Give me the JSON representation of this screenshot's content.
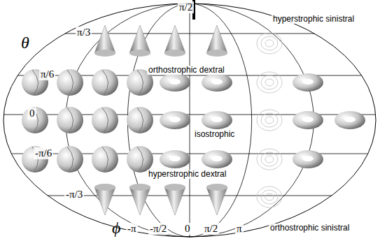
{
  "diagram": {
    "labels": [
      "π/2",
      "hyperstrophic sinistral",
      "π/3",
      "θ",
      "orthostrophic dextral",
      "π/6",
      "0",
      "isostrophic",
      "-π/6",
      "hyperstrophic dextral",
      "-π/3",
      "ϕ",
      "-π",
      "-π/2",
      "0",
      "π/2",
      "π",
      "orthostrophic sinistral"
    ]
  }
}
